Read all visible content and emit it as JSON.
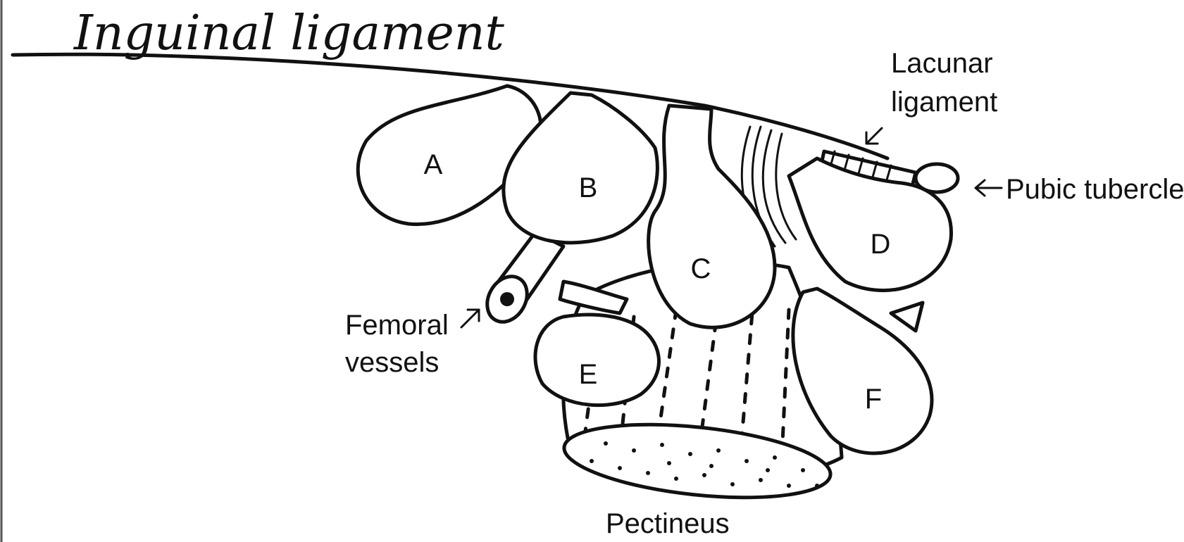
{
  "labels": {
    "inguinal": "Inguinal ligament",
    "lacunar_1": "Lacunar",
    "lacunar_2": "ligament",
    "pubic": "Pubic tubercle",
    "femoral_1": "Femoral",
    "femoral_2": "vessels",
    "pectineus": "Pectineus"
  },
  "sites": [
    "A",
    "B",
    "C",
    "D",
    "E",
    "F"
  ],
  "colors": {
    "ink": "#111111",
    "background": "#ffffff"
  }
}
